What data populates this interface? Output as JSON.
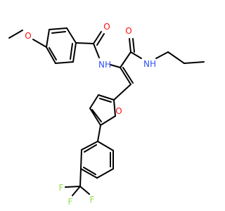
{
  "structure": {
    "atoms": {
      "o_methoxy": "O",
      "o_benzamide": "O",
      "nh_benzamide": "NH",
      "o_amide": "O",
      "nh_amide": "NH",
      "o_furan": "O",
      "f_1": "F",
      "f_2": "F",
      "f_3": "F"
    },
    "colors": {
      "oxygen": "#ff0d0d",
      "nitrogen": "#3050f8",
      "fluorine": "#90e050",
      "bond": "#000000"
    }
  }
}
